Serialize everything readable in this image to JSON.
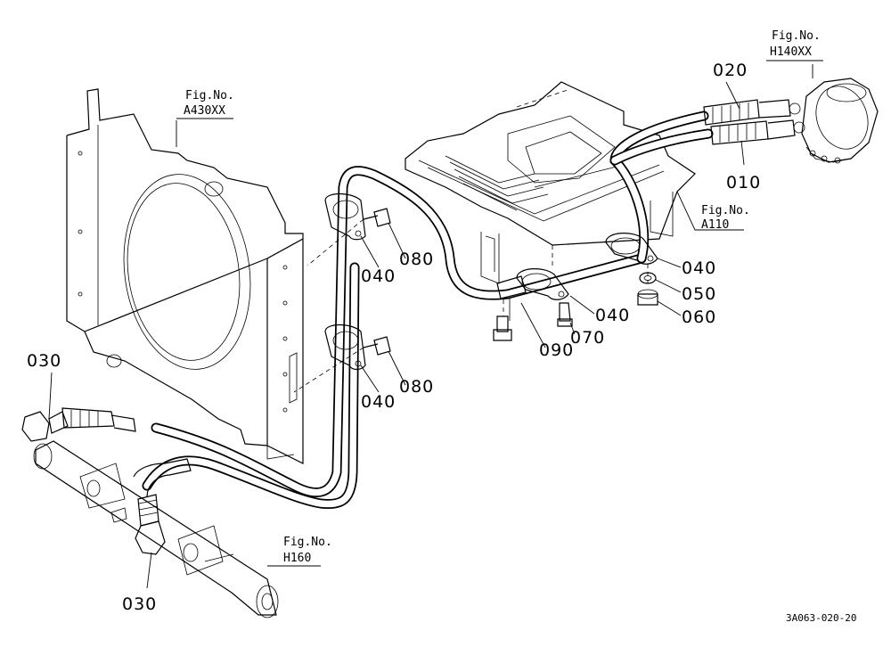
{
  "part_numbers": {
    "p010": "010",
    "p020": "020",
    "p030a": "030",
    "p030b": "030",
    "p040a": "040",
    "p040b": "040",
    "p040c": "040",
    "p040d": "040",
    "p050": "050",
    "p060": "060",
    "p070": "070",
    "p080a": "080",
    "p080b": "080",
    "p090": "090"
  },
  "figure_refs": {
    "a430": {
      "label": "Fig.No.",
      "value": "A430XX"
    },
    "h140": {
      "label": "Fig.No.",
      "value": "H140XX"
    },
    "a110": {
      "label": "Fig.No.",
      "value": "A110"
    },
    "h160": {
      "label": "Fig.No.",
      "value": "H160"
    }
  },
  "drawing_code": "3A063-020-20"
}
